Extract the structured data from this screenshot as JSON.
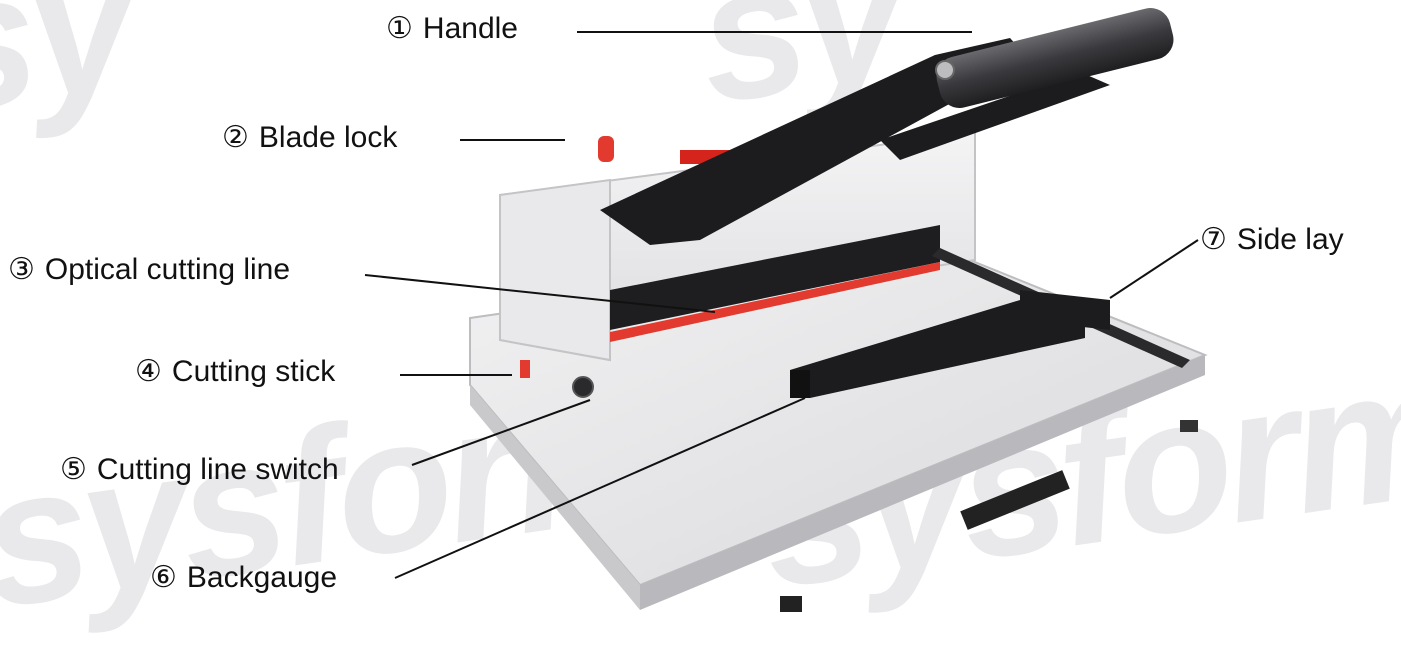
{
  "watermark": "sysform",
  "colors": {
    "frame": "#1c1c1e",
    "body": "#ececee",
    "base": "#e4e4e6",
    "accent_red": "#e23a2e",
    "leader": "#111111"
  },
  "callouts": [
    {
      "num": "①",
      "label": "Handle"
    },
    {
      "num": "②",
      "label": "Blade lock"
    },
    {
      "num": "③",
      "label": "Optical cutting line"
    },
    {
      "num": "④",
      "label": "Cutting stick"
    },
    {
      "num": "⑤",
      "label": "Cutting line switch"
    },
    {
      "num": "⑥",
      "label": "Backgauge"
    },
    {
      "num": "⑦",
      "label": "Side lay"
    }
  ]
}
